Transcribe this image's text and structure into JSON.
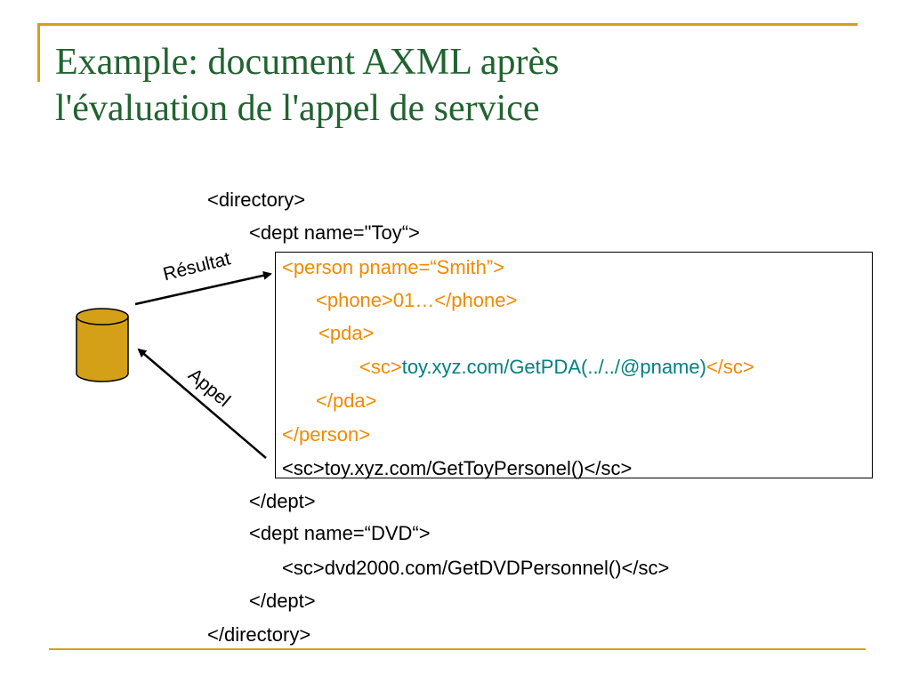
{
  "slide": {
    "title_line1": "Example: document AXML après",
    "title_line2": "l'évaluation de l'appel de service",
    "accent_color": "#d4a017",
    "title_color": "#216330"
  },
  "labels": {
    "result": "Résultat",
    "call": "Appel"
  },
  "xml": {
    "directory_open": "<directory>",
    "dept_toy_open": "<dept name=\"Toy“>",
    "person_open": "<person pname=“Smith”>",
    "phone": "<phone>01…</phone>",
    "pda_open": "<pda>",
    "sc_pda_open": "<sc>",
    "sc_pda_url": "toy.xyz.com/GetPDA(../../@pname)",
    "sc_pda_close": "</sc>",
    "pda_close": "</pda>",
    "person_close": "</person>",
    "sc_toy": "<sc>toy.xyz.com/GetToyPersonel()</sc>",
    "dept_close_1": "</dept>",
    "dept_dvd_open": "<dept name=“DVD“>",
    "sc_dvd": "<sc>dvd2000.com/GetDVDPersonnel()</sc>",
    "dept_close_2": "</dept>",
    "directory_close": "</directory>"
  },
  "database": {
    "icon": "database-cylinder-icon",
    "fill_color": "#d4a017"
  },
  "colors": {
    "result_text": "#f08a00",
    "service_call_text": "#008080"
  }
}
